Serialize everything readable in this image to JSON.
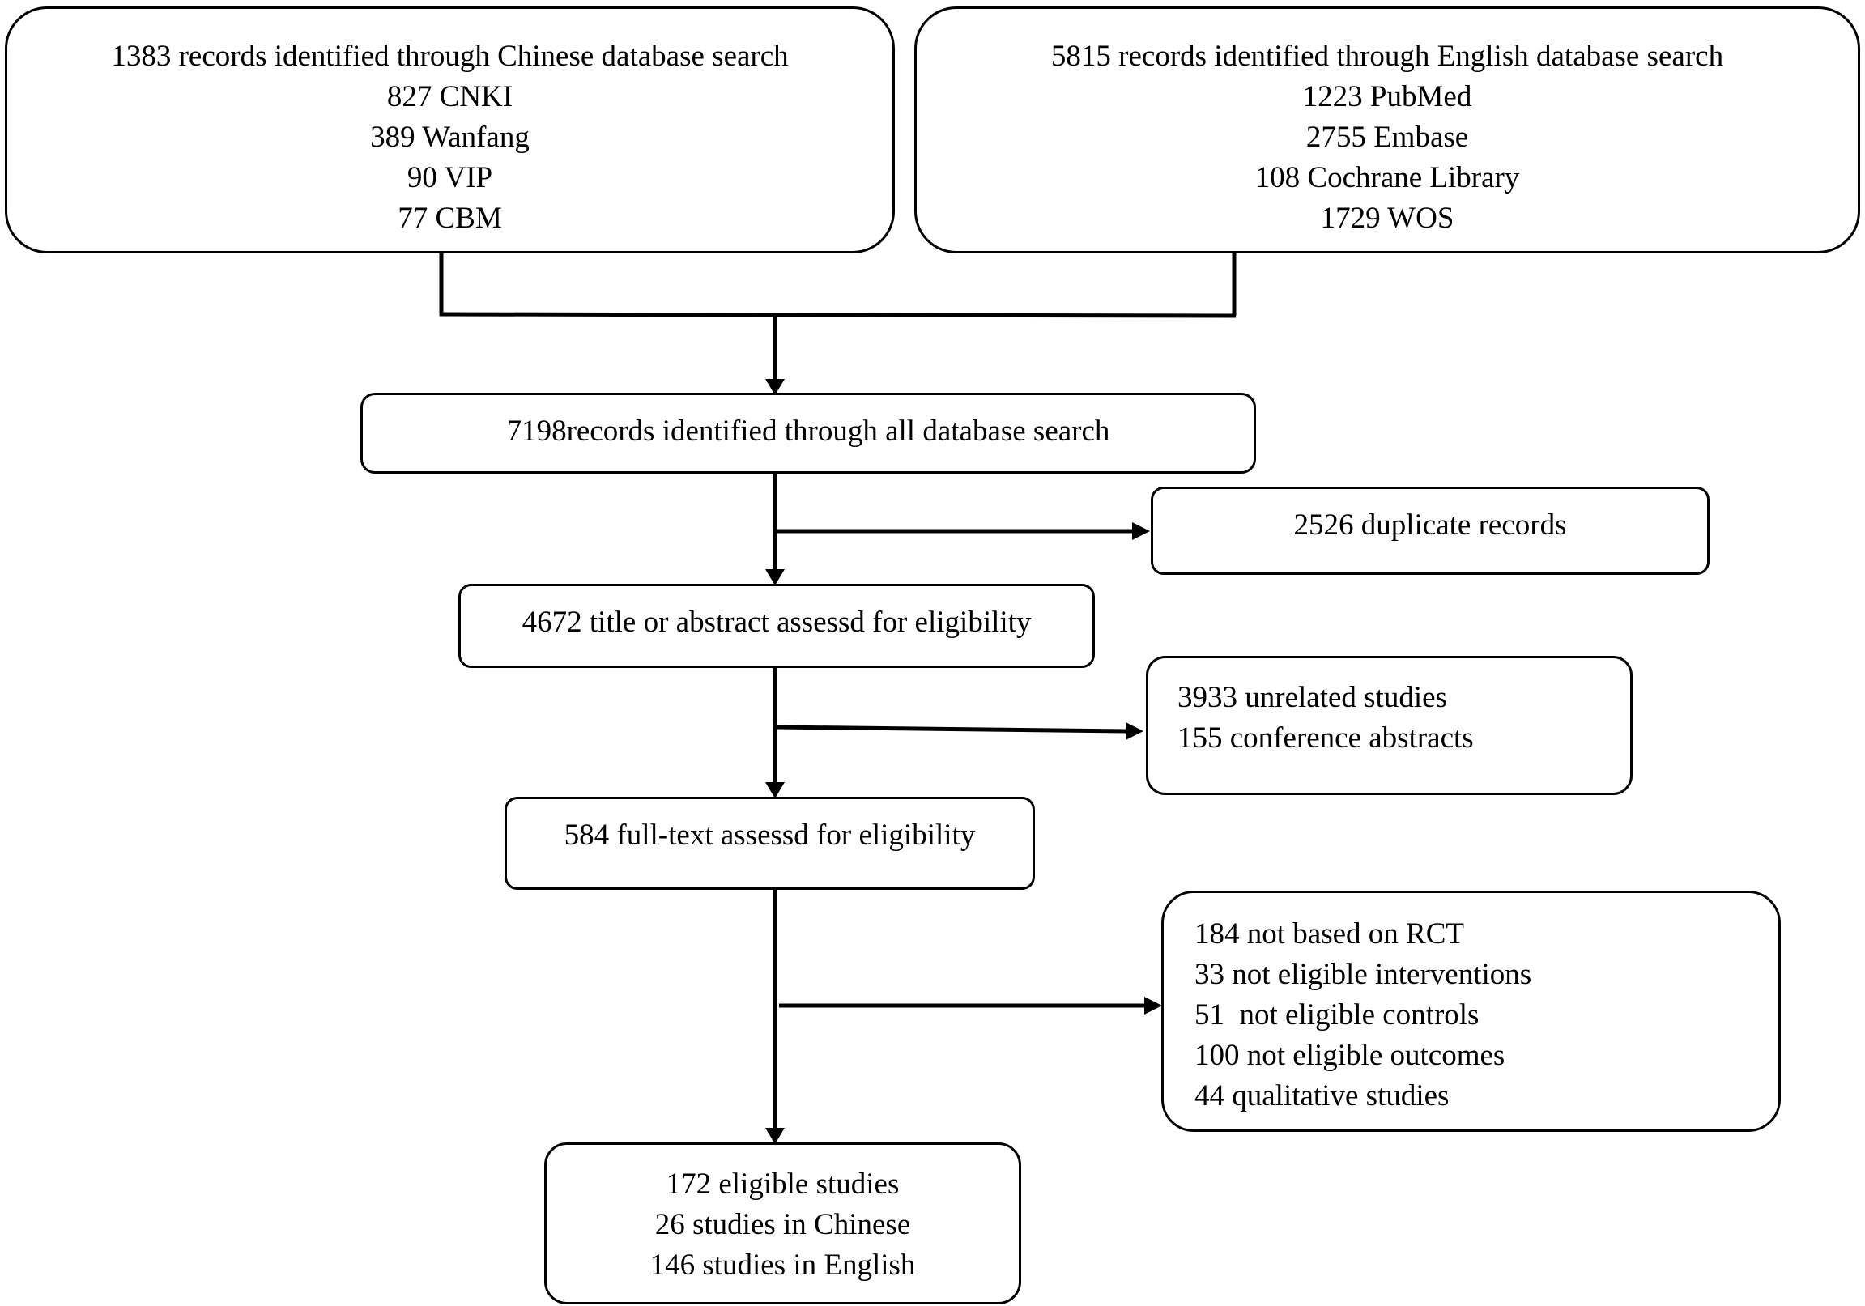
{
  "diagram": {
    "chinese_search": {
      "lines": [
        "1383 records identified through Chinese database search",
        "827 CNKI",
        "389 Wanfang",
        "90 VIP",
        "77 CBM"
      ]
    },
    "english_search": {
      "lines": [
        "5815 records identified through English database search",
        "1223 PubMed",
        "2755 Embase",
        "108 Cochrane Library",
        "1729 WOS"
      ]
    },
    "all_search": {
      "lines": [
        "7198records identified through all database search"
      ]
    },
    "duplicates": {
      "lines": [
        "2526 duplicate records"
      ]
    },
    "title_abstract": {
      "lines": [
        "4672 title or abstract assessd for eligibility"
      ]
    },
    "excluded_title": {
      "lines": [
        "3933 unrelated studies",
        "155 conference abstracts"
      ]
    },
    "full_text": {
      "lines": [
        "584 full-text assessd for eligibility"
      ]
    },
    "excluded_full": {
      "lines": [
        "184 not based on RCT",
        "33 not eligible interventions",
        "51  not eligible controls",
        "100 not eligible outcomes",
        "44 qualitative studies"
      ]
    },
    "eligible": {
      "lines": [
        "172 eligible studies",
        "26 studies in Chinese",
        "146 studies in English"
      ]
    }
  },
  "colors": {
    "stroke": "#000000",
    "background": "#ffffff"
  }
}
